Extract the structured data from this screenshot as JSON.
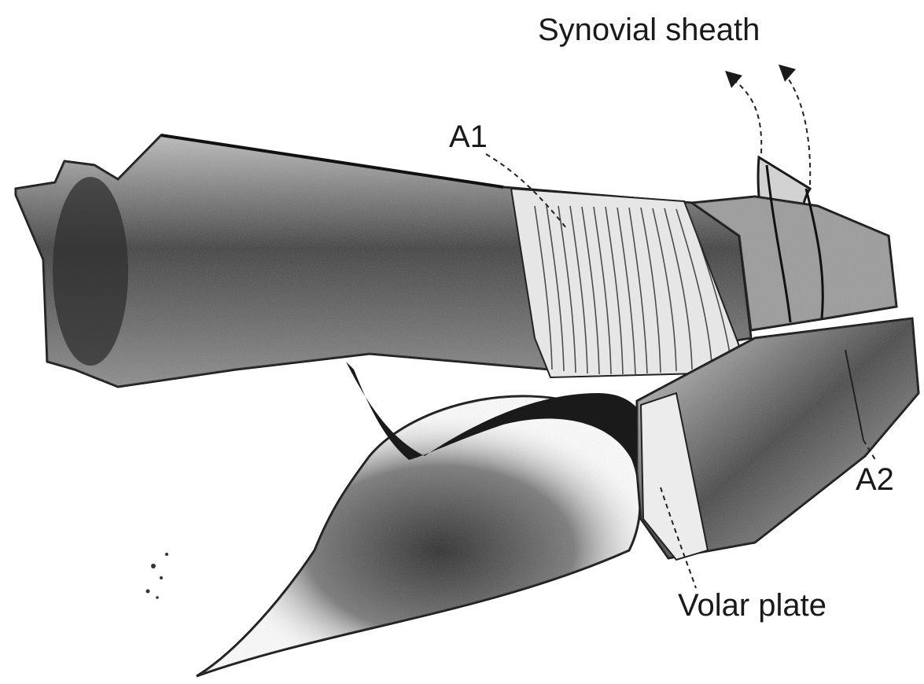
{
  "labels": {
    "synovial_sheath": "Synovial sheath",
    "a1": "A1",
    "a2": "A2",
    "volar_plate": "Volar plate"
  },
  "colors": {
    "ink": "#1a1a1a",
    "shade_dark": "#2b2b2b",
    "shade_mid": "#6e6e6e",
    "shade_light": "#c9c9c9",
    "background": "#ffffff"
  }
}
